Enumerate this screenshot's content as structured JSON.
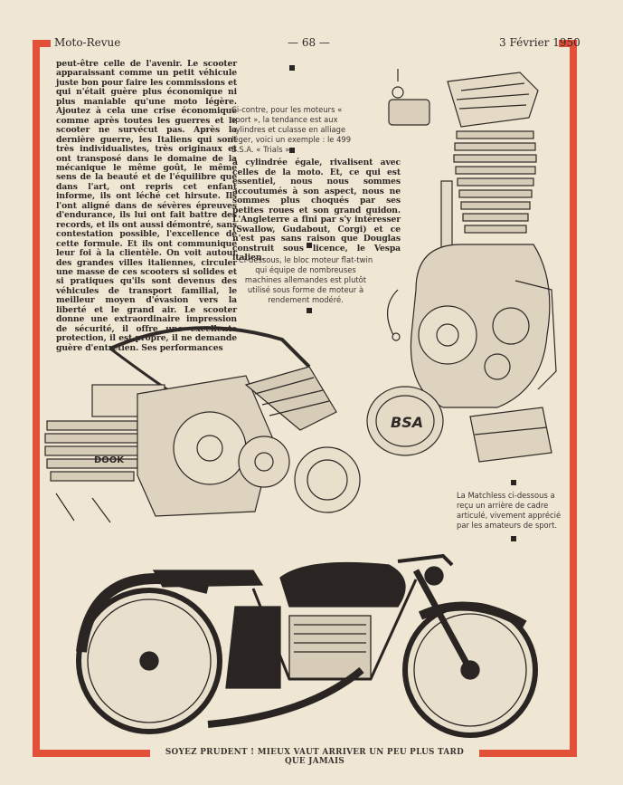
{
  "header": {
    "left": "Moto-Revue",
    "center": "— 68 —",
    "right": "3 Février 1950"
  },
  "article": {
    "left_column": "peut-être celle de l'avenir. Le scooter apparaissant comme un petit véhicule juste bon pour faire les commissions et qui n'était guère plus économique ni plus maniable qu'une moto légère. Ajoutez à cela une crise économique comme après toutes les guerres et le scooter ne survécut pas. Après la dernière guerre, les Italiens qui sont très individualistes, très originaux et ont transposé dans le domaine de la mécanique le même goût, le même sens de la beauté et de l'équilibre que dans l'art, ont repris cet enfant informe, ils ont léché cet hirsute. Ils l'ont aligné dans de sévères épreuves d'endurance, ils lui ont fait battre des records, et ils ont aussi démontré, sans contestation possible, l'excellence de cette formule. Et ils ont communiqué leur foi à la clientèle. On voit autour des grandes villes italiennes, circuler une masse de ces scooters si solides et si pratiques qu'ils sont devenus des véhicules de transport familial, le meilleur moyen d'évasion vers la liberté et le grand air. Le scooter donne une extraordinaire impression de sécurité, il offre une excellente protection, il est propre, il ne demande guère d'entretien. Ses performances",
    "middle_column": "à cylindrée égale, rivalisent avec celles de la moto. Et, ce qui est essentiel, nous nous sommes accoutumés à son aspect, nous ne sommes plus choqués par ses petites roues et son grand guidon. L'Angleterre a fini par s'y intéresser (Swallow, Gudabout, Corgi) et ce n'est pas sans raison que Douglas construit sous licence, le Vespa italien."
  },
  "captions": {
    "bsa": "Ci-contre, pour les moteurs « sport », la tendance est aux cylindres et culasse en alliage léger, voici un exemple : le 499 B.S.A. « Trials ».",
    "flat_twin": "Ci-dessous, le bloc moteur flat-twin qui équipe de nombreuses machines allemandes est plutôt utilisé sous forme de moteur à rendement modéré.",
    "matchless": "La Matchless ci-dessous a reçu un arrière de cadre articulé, vivement apprécié par les amateurs de sport."
  },
  "illustrations": {
    "bsa_engine_badge": "BSA",
    "flat_twin_label": "DOOK"
  },
  "footer": "SOYEZ PRUDENT ! MIEUX VAUT ARRIVER UN PEU PLUS TARD QUE JAMAIS",
  "colors": {
    "paper": "#efe6d4",
    "border": "#e2503a",
    "ink": "#2a2522"
  }
}
